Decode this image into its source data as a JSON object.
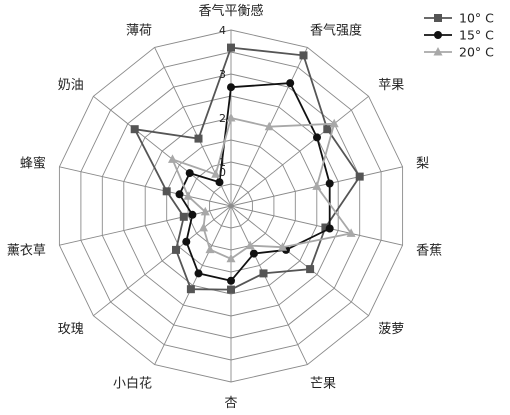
{
  "chart_data": {
    "type": "radar",
    "categories": [
      "香气平衡感",
      "香气强度",
      "苹果",
      "梨",
      "香蕉",
      "菠萝",
      "芒果",
      "杏",
      "小白花",
      "玫瑰",
      "薰衣草",
      "蜂蜜",
      "奶油",
      "薄荷"
    ],
    "rmin": 0,
    "rmax": 4,
    "ticks": [
      0,
      1,
      2,
      3,
      4
    ],
    "tick_labels": [
      "0",
      "1",
      "2",
      "3",
      "4"
    ],
    "grid": true,
    "legend_position": "top-right",
    "series": [
      {
        "name": "10° C",
        "color": "#555555",
        "marker": "square",
        "values": [
          3.6,
          3.8,
          2.8,
          3.0,
          2.2,
          2.3,
          1.7,
          1.9,
          2.1,
          1.6,
          1.1,
          1.5,
          2.8,
          1.7
        ]
      },
      {
        "name": "15° C",
        "color": "#111111",
        "marker": "circle",
        "values": [
          2.7,
          3.1,
          2.5,
          2.3,
          2.3,
          1.6,
          1.2,
          1.7,
          1.7,
          1.3,
          0.9,
          1.2,
          1.2,
          0.6
        ]
      },
      {
        "name": "20° C",
        "color": "#a8a8a8",
        "marker": "triangle",
        "values": [
          2.0,
          2.0,
          3.0,
          2.0,
          2.8,
          1.5,
          1.0,
          1.2,
          1.1,
          0.8,
          0.6,
          1.0,
          1.7,
          0.8
        ]
      }
    ]
  }
}
